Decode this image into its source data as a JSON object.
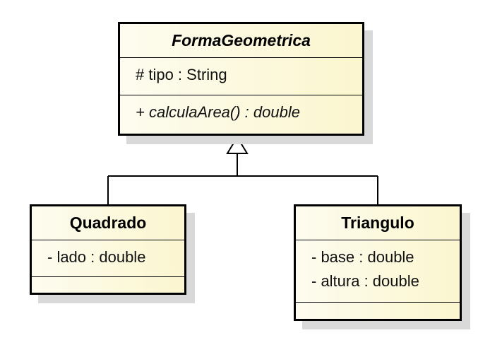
{
  "diagram": {
    "type": "uml-class-diagram",
    "colors": {
      "box_fill_start": "#fdfcef",
      "box_fill_end": "#fbf6cf",
      "border": "#000000",
      "shadow": "#d9d9d9"
    },
    "classes": [
      {
        "id": "forma",
        "name": "FormaGeometrica",
        "abstract": true,
        "attributes": [
          "# tipo : String"
        ],
        "operations": [
          "+ calculaArea() : double"
        ]
      },
      {
        "id": "quadrado",
        "name": "Quadrado",
        "abstract": false,
        "attributes": [
          "- lado : double"
        ],
        "operations": []
      },
      {
        "id": "triangulo",
        "name": "Triangulo",
        "abstract": false,
        "attributes": [
          "- base : double",
          "- altura : double"
        ],
        "operations": []
      }
    ],
    "relationships": [
      {
        "kind": "generalization",
        "from": "Quadrado",
        "to": "FormaGeometrica"
      },
      {
        "kind": "generalization",
        "from": "Triangulo",
        "to": "FormaGeometrica"
      }
    ]
  }
}
